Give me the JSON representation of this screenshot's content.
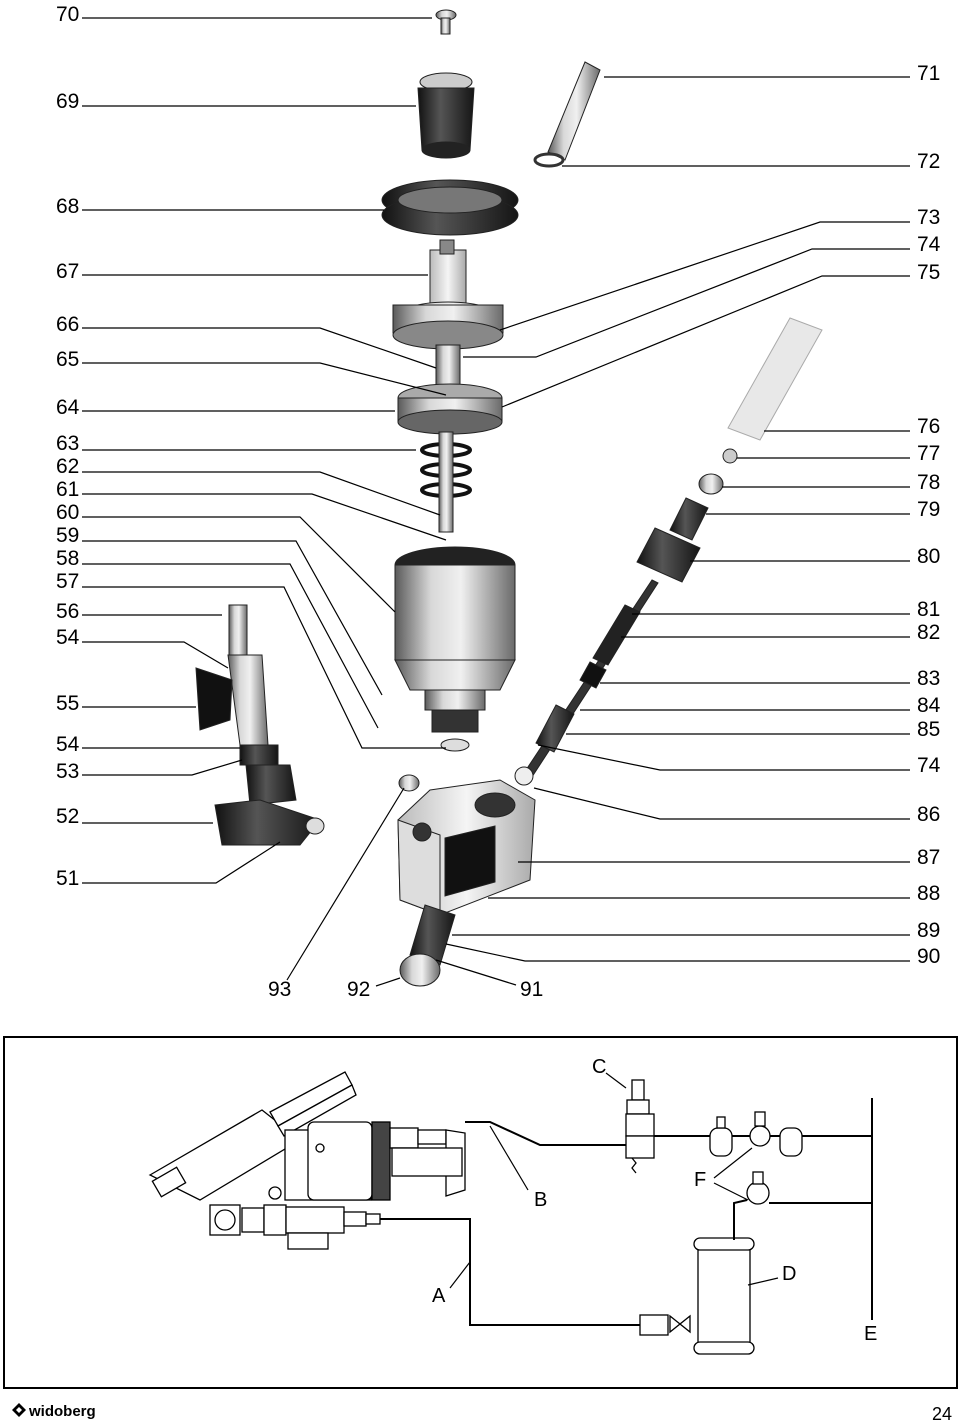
{
  "callouts_left": [
    "70",
    "69",
    "68",
    "67",
    "66",
    "65",
    "64",
    "63",
    "62",
    "61",
    "60",
    "59",
    "58",
    "57",
    "56",
    "54",
    "55",
    "54",
    "53",
    "52",
    "51"
  ],
  "callouts_right": [
    "71",
    "72",
    "73",
    "74",
    "75",
    "76",
    "77",
    "78",
    "79",
    "80",
    "81",
    "82",
    "83",
    "84",
    "85",
    "74",
    "86",
    "87",
    "88",
    "89",
    "90"
  ],
  "callouts_bottom": [
    "93",
    "92",
    "91"
  ],
  "schematic_labels": [
    "A",
    "B",
    "C",
    "D",
    "E",
    "F"
  ],
  "footer": {
    "brand": "widoberg",
    "page_number": "24"
  }
}
